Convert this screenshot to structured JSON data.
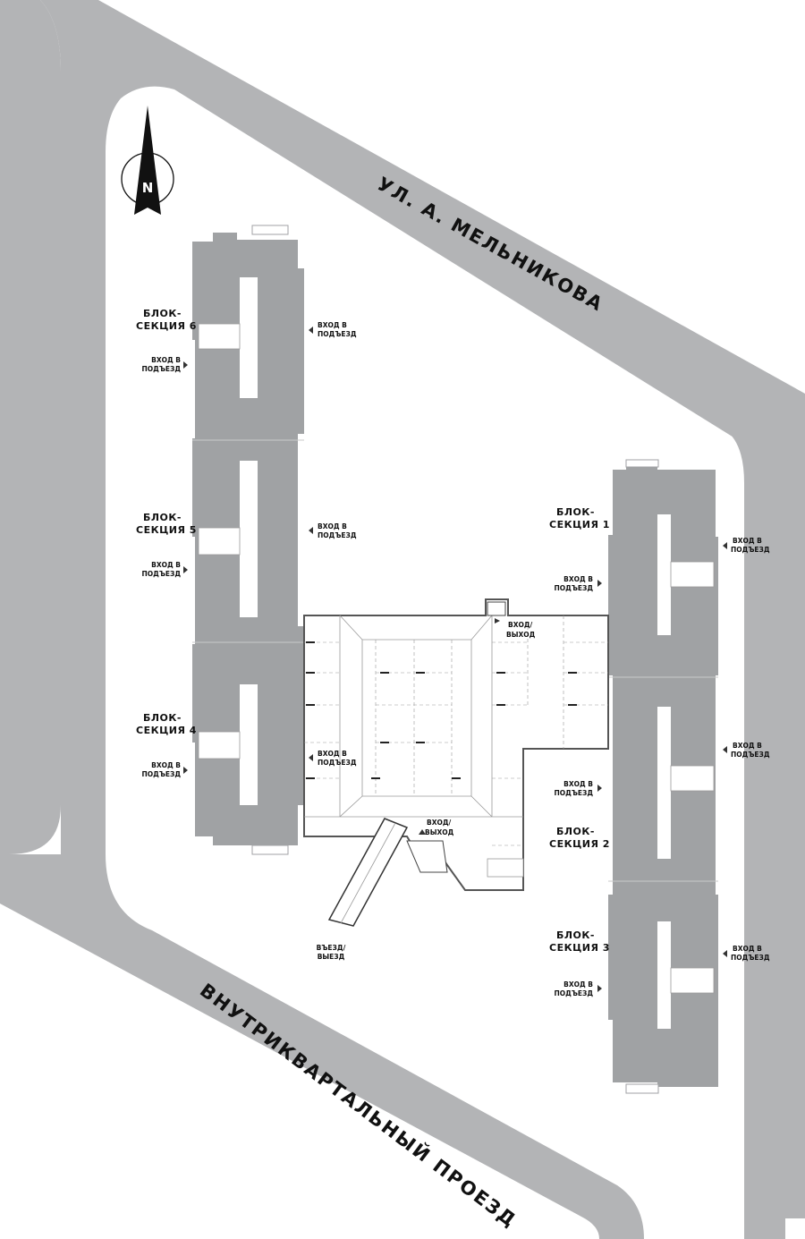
{
  "streets": {
    "north": "УЛ. А. МЕЛЬНИКОВА",
    "southwest": "ВНУТРИКВАРТАЛЬНЫЙ ПРОЕЗД"
  },
  "compass": {
    "label": "N"
  },
  "blocks": {
    "b6": {
      "line1": "БЛОК-",
      "line2": "СЕКЦИЯ 6"
    },
    "b5": {
      "line1": "БЛОК-",
      "line2": "СЕКЦИЯ 5"
    },
    "b4": {
      "line1": "БЛОК-",
      "line2": "СЕКЦИЯ 4"
    },
    "b1": {
      "line1": "БЛОК-",
      "line2": "СЕКЦИЯ 1"
    },
    "b2": {
      "line1": "БЛОК-",
      "line2": "СЕКЦИЯ 2"
    },
    "b3": {
      "line1": "БЛОК-",
      "line2": "СЕКЦИЯ 3"
    }
  },
  "entry": {
    "line1": "ВХОД В",
    "line2": "ПОДЪЕЗД"
  },
  "parking": {
    "exit1": {
      "line1": "ВХОД/",
      "line2": "ВЫХОД"
    },
    "exit2": {
      "line1": "ВХОД/",
      "line2": "ВЫХОД"
    },
    "ramp": {
      "line1": "ВЪЕЗД/",
      "line2": "ВЫЕЗД"
    }
  },
  "colors": {
    "road": "#b3b4b6",
    "building": "#a0a2a4",
    "parking_outline": "#555555",
    "text": "#111111"
  }
}
